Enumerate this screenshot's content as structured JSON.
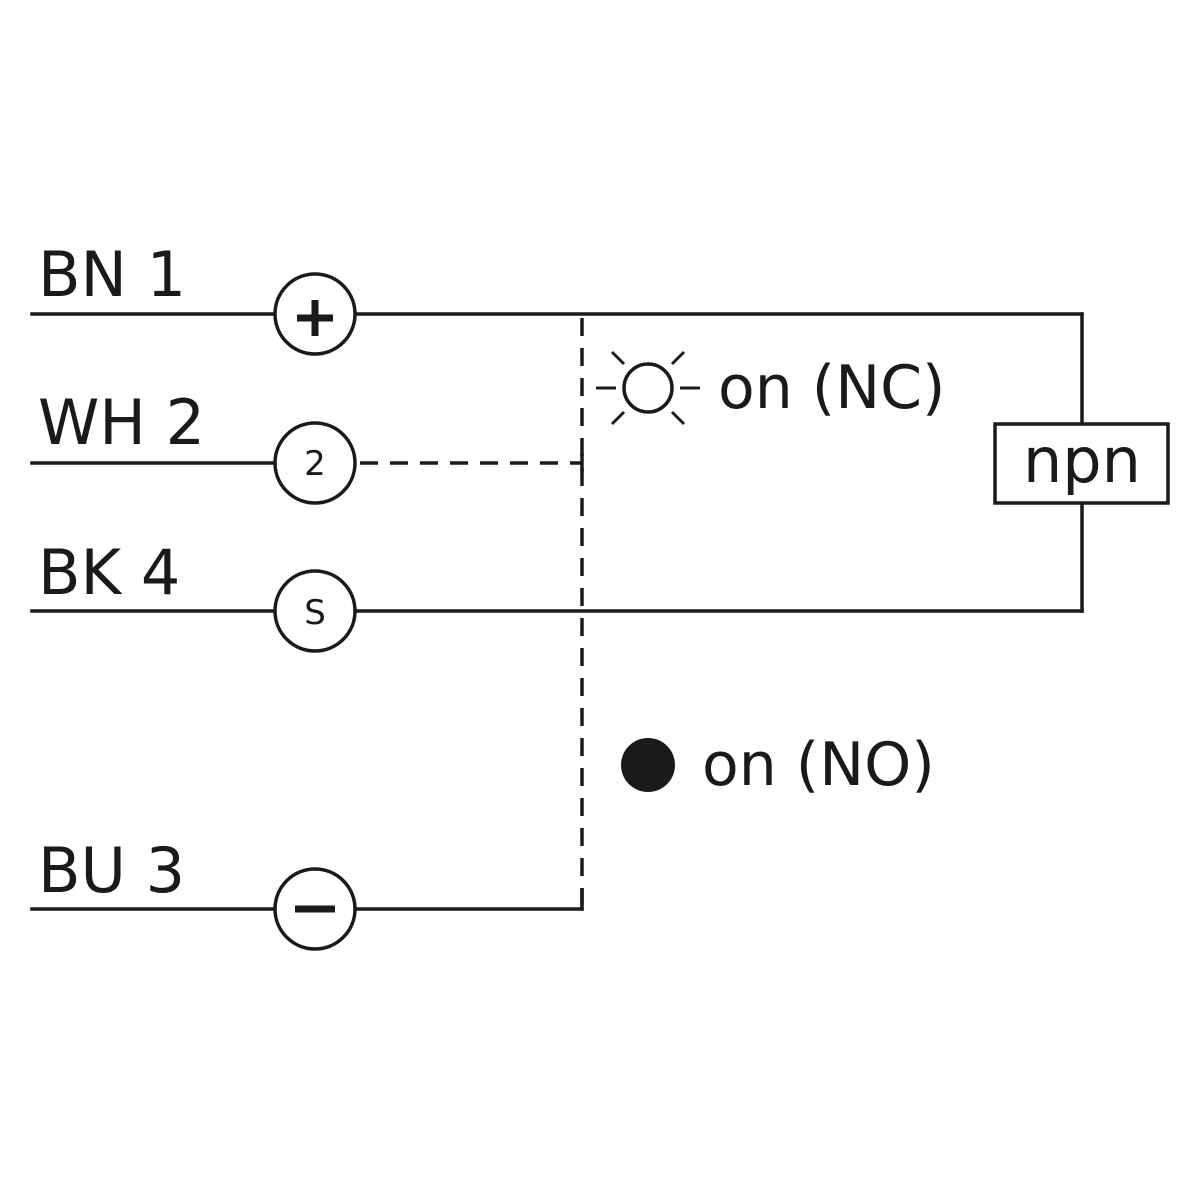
{
  "wires": [
    {
      "id": "bn",
      "label": "BN 1",
      "terminal": "plus"
    },
    {
      "id": "wh",
      "label": "WH 2",
      "terminal": "2"
    },
    {
      "id": "bk",
      "label": "BK 4",
      "terminal": "S"
    },
    {
      "id": "bu",
      "label": "BU 3",
      "terminal": "minus"
    }
  ],
  "output_type": "npn",
  "led_states": {
    "nc": "on (NC)",
    "no": "on (NO)"
  },
  "colors": {
    "line": "#1a1a1a",
    "background": "#ffffff"
  }
}
